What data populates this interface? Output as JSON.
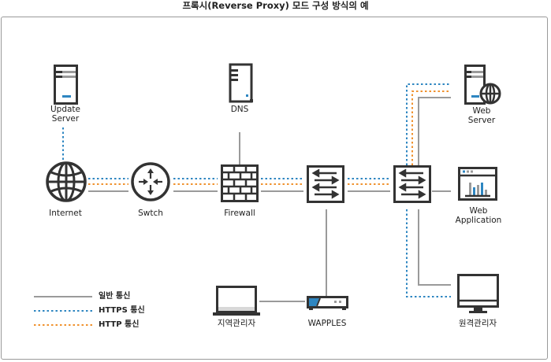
{
  "title": "프록시(Reverse Proxy) 모드 구성 방식의 예",
  "colors": {
    "plain_line": "#9a9a9a",
    "https_line": "#2e86c1",
    "http_line": "#f0922e",
    "icon_dark": "#333333",
    "accent_blue": "#2e86c1"
  },
  "nodes": {
    "update_server": {
      "label_line1": "Update",
      "label_line2": "Server",
      "icon": "server-icon"
    },
    "dns": {
      "label": "DNS",
      "icon": "dns-server-icon"
    },
    "internet": {
      "label": "Internet",
      "icon": "globe-icon"
    },
    "switch": {
      "label": "Swtch",
      "icon": "router-icon"
    },
    "firewall": {
      "label": "Firewall",
      "icon": "firewall-icon"
    },
    "switch_mid": {
      "label": "",
      "icon": "l4-switch-icon"
    },
    "switch_right": {
      "label": "",
      "icon": "l4-switch-icon"
    },
    "web_server": {
      "label_line1": "Web",
      "label_line2": "Server",
      "icon": "web-server-icon"
    },
    "web_app": {
      "label_line1": "Web",
      "label_line2": "Application",
      "icon": "web-application-icon"
    },
    "local_admin": {
      "label": "지역관리자",
      "icon": "laptop-icon"
    },
    "wapples": {
      "label": "WAPPLES",
      "icon": "appliance-icon"
    },
    "remote_admin": {
      "label": "원격관리자",
      "icon": "monitor-icon"
    }
  },
  "legend": {
    "plain": "일반 통신",
    "https": "HTTPS 통신",
    "http": "HTTP 통신"
  }
}
